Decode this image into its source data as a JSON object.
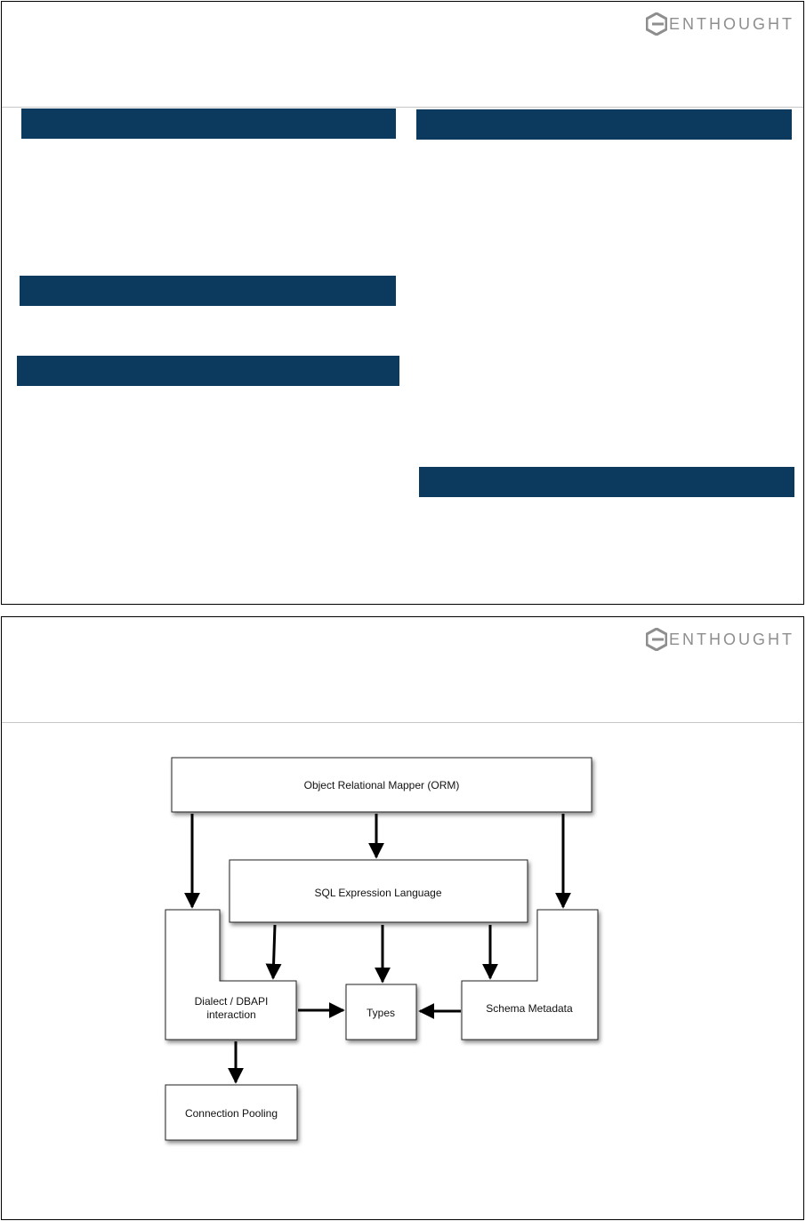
{
  "logo": {
    "mark_icon": "enthought-e-icon",
    "text": "ENTHOUGHT"
  },
  "colors": {
    "section_bar": "#0b3a5e",
    "logo_gray": "#8e8e8e",
    "rule": "#c7c7c7"
  },
  "diagram": {
    "nodes": {
      "orm": "Object Relational Mapper (ORM)",
      "sql": "SQL Expression Language",
      "dialect_line1": "Dialect / DBAPI",
      "dialect_line2": "interaction",
      "types": "Types",
      "schema": "Schema Metadata",
      "pooling": "Connection Pooling"
    }
  }
}
